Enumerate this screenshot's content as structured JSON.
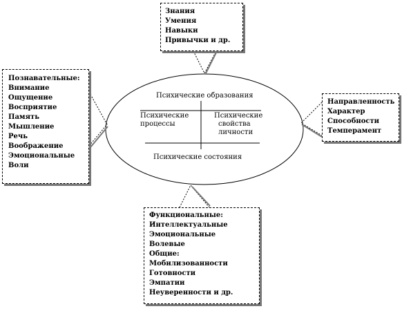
{
  "top_box": {
    "items": [
      "Знания",
      "Умения",
      "Навыки",
      "Привычки и др."
    ]
  },
  "left_box": {
    "items": [
      "Познавательные:",
      "Внимание",
      "Ощущение",
      "Восприятие",
      "Память",
      "Мышление",
      "Речь",
      "Воображение",
      "Эмоциональные",
      "Воли"
    ]
  },
  "right_box": {
    "items": [
      "Направленность",
      "Характер",
      "Способности",
      "Темперамент"
    ]
  },
  "bottom_box": {
    "items": [
      "Функциональные:",
      "Интеллектуальные",
      "Эмоциональные",
      "Волевые",
      "Общие:",
      "Мобилизованности",
      "Готовности",
      "Эмпатии",
      "Неуверенности и др."
    ]
  },
  "center": {
    "title": "Психические образования",
    "left_cell": [
      "Психические",
      "процессы"
    ],
    "right_cell": [
      "Психические",
      "свойства",
      "личности"
    ],
    "bottom": "Психические состояния"
  }
}
